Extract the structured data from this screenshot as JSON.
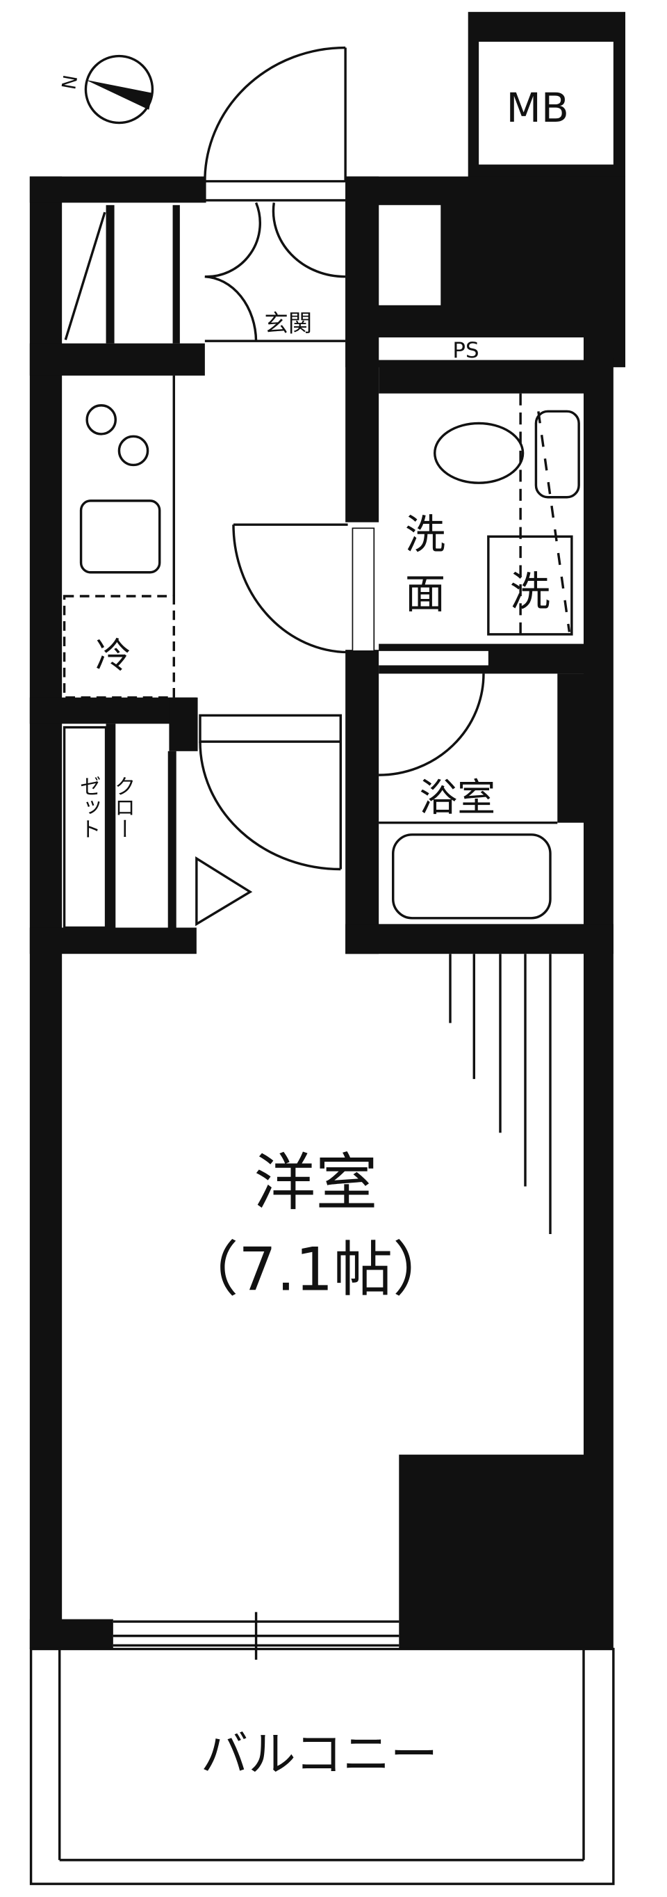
{
  "plan": {
    "meter_box": "MB",
    "pipe_space": "PS",
    "entrance": "玄関",
    "washroom_line1": "洗",
    "washroom_line2": "面",
    "washing_machine": "洗",
    "refrigerator": "冷",
    "bathroom": "浴室",
    "closet_col1": "クロー",
    "closet_col2": "ゼット",
    "room_name": "洋室",
    "room_size": "（7.1帖）",
    "balcony": "バルコニー",
    "compass_label": "N"
  },
  "colors": {
    "wall": "#111111",
    "background": "#ffffff"
  }
}
